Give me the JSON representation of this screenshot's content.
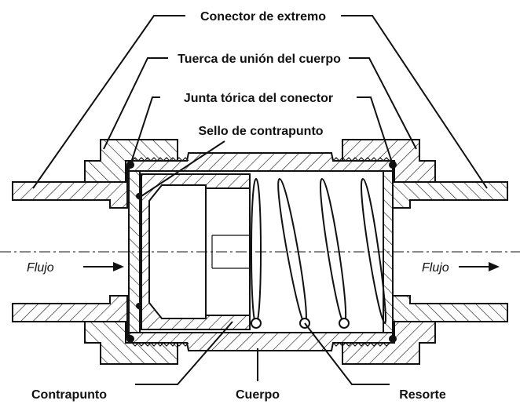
{
  "labels": {
    "end_connector": "Conector de extremo",
    "body_union_nut": "Tuerca de unión del cuerpo",
    "connector_oring": "Junta tórica del conector",
    "poppet_seal": "Sello de contrapunto",
    "poppet": "Contrapunto",
    "body": "Cuerpo",
    "spring": "Resorte",
    "flow_left": "Flujo",
    "flow_right": "Flujo"
  }
}
